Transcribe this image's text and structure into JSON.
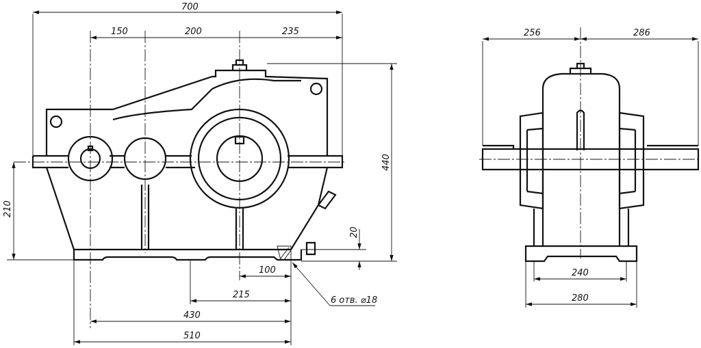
{
  "title": "Gear reducer drawing",
  "front_view": {
    "overall_length": "700",
    "shaft_spacing_1": "150",
    "shaft_spacing_2": "200",
    "shaft_spacing_3": "235",
    "overall_height": "440",
    "axis_height": "210",
    "base_thickness": "20",
    "hole_offset_1": "100",
    "hole_offset_2": "215",
    "hole_offset_3": "430",
    "base_length": "510",
    "holes_note": "6 отв. ⌀18"
  },
  "side_view": {
    "shaft_left": "256",
    "shaft_right": "286",
    "hole_spacing_width": "240",
    "base_width": "280"
  }
}
